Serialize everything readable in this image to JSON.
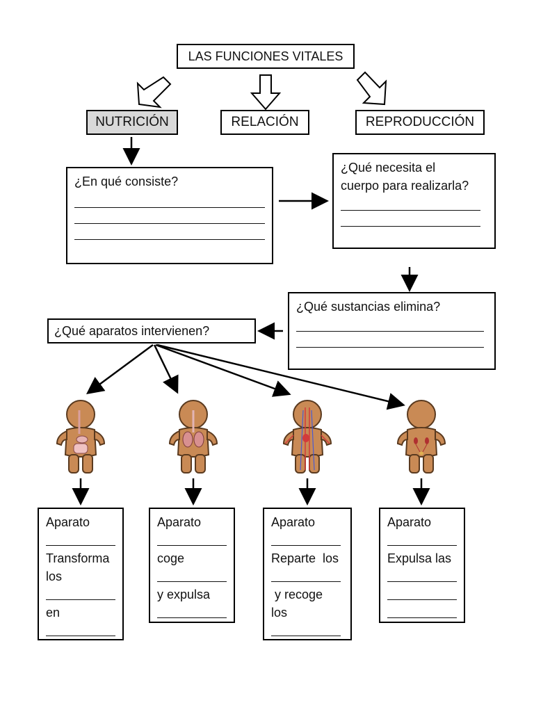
{
  "title": "LAS FUNCIONES VITALES",
  "categories": [
    {
      "label": "NUTRICIÓN",
      "shaded": true
    },
    {
      "label": "RELACIÓN",
      "shaded": false
    },
    {
      "label": "REPRODUCCIÓN",
      "shaded": false
    }
  ],
  "questions": {
    "consiste": "¿En qué consiste?",
    "necesita_1": "¿Qué necesita el",
    "necesita_2": "cuerpo para realizarla?",
    "elimina": "¿Qué sustancias elimina?",
    "aparatos": "¿Qué aparatos intervienen?"
  },
  "cards": [
    {
      "lines": [
        "Aparato",
        "_",
        "Transforma",
        "los",
        "_",
        "en",
        "_"
      ]
    },
    {
      "lines": [
        "Aparato",
        "_",
        "coge",
        "_",
        "y expulsa",
        "_"
      ]
    },
    {
      "lines": [
        "Aparato",
        "_",
        "Reparte  los",
        "_",
        " y recoge",
        "los",
        "_"
      ]
    },
    {
      "lines": [
        "Aparato",
        "_",
        "Expulsa las",
        "_",
        "_",
        "_"
      ]
    }
  ],
  "colors": {
    "shaded": "#d9d9d9",
    "figure_skin": "#c98a55",
    "figure_outline": "#5a3a1f"
  },
  "icons": [
    "digestive-system-figure",
    "respiratory-system-figure",
    "circulatory-system-figure",
    "excretory-system-figure"
  ]
}
